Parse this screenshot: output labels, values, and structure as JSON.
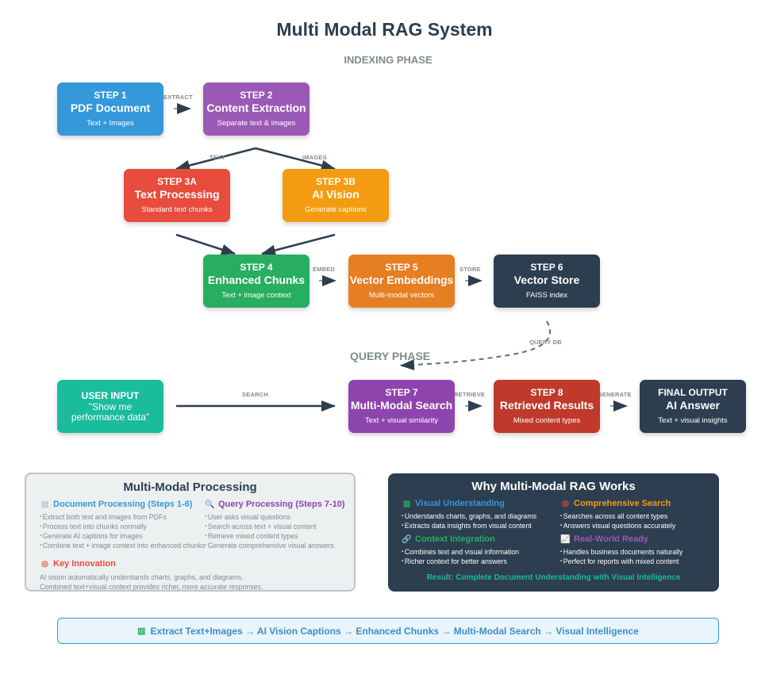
{
  "title": "Multi Modal RAG System",
  "phases": {
    "indexing": "INDEXING PHASE",
    "query": "QUERY PHASE"
  },
  "colors": {
    "step1": "#3498db",
    "step2": "#9b59b6",
    "step3a": "#e74c3c",
    "step3b": "#f39c12",
    "step4": "#27ae60",
    "step5": "#e67e22",
    "step6": "#2c3e50",
    "user_input": "#1abc9c",
    "step7": "#8e44ad",
    "step8": "#c0392b",
    "final": "#2c3e50",
    "arrow": "#2c3e50"
  },
  "nodes": {
    "step1": {
      "step": "STEP 1",
      "title": "PDF Document",
      "sub": "Text + Images"
    },
    "step2": {
      "step": "STEP 2",
      "title": "Content Extraction",
      "sub": "Separate text & images"
    },
    "step3a": {
      "step": "STEP 3A",
      "title": "Text Processing",
      "sub": "Standard text chunks"
    },
    "step3b": {
      "step": "STEP 3B",
      "title": "AI Vision",
      "sub": "Generate captions"
    },
    "step4": {
      "step": "STEP 4",
      "title": "Enhanced Chunks",
      "sub": "Text + image context"
    },
    "step5": {
      "step": "STEP 5",
      "title": "Vector Embeddings",
      "sub": "Multi-modal vectors"
    },
    "step6": {
      "step": "STEP 6",
      "title": "Vector Store",
      "sub": "FAISS index"
    },
    "user_input": {
      "step": "USER INPUT",
      "quote_line1": "\"Show me",
      "quote_line2": "performance data\""
    },
    "step7": {
      "step": "STEP 7",
      "title": "Multi-Modal Search",
      "sub": "Text + visual similarity"
    },
    "step8": {
      "step": "STEP 8",
      "title": "Retrieved Results",
      "sub": "Mixed content types"
    },
    "final": {
      "step": "FINAL OUTPUT",
      "title": "AI Answer",
      "sub": "Text + visual insights"
    }
  },
  "edge_labels": {
    "extract": "EXTRACT",
    "text": "TEXT",
    "images": "IMAGES",
    "embed": "EMBED",
    "store": "STORE",
    "query_db": "QUERY DB",
    "search": "SEARCH",
    "retrieve": "RETRIEVE",
    "generate": "GENERATE"
  },
  "left_panel": {
    "title": "Multi-Modal Processing",
    "doc": {
      "icon": "document-icon",
      "glyph": "▤",
      "color": "#3498db",
      "heading": "Document Processing (Steps 1-6)",
      "items": [
        "Extract both text and images from PDFs",
        "Process text into chunks normally",
        "Generate AI captions for images",
        "Combine text + image context into enhanced chunks"
      ]
    },
    "query": {
      "icon": "search-icon",
      "glyph": "🔍",
      "color": "#8e44ad",
      "heading": "Query Processing (Steps 7-10)",
      "items": [
        "User asks visual questions",
        "Search across text + visual content",
        "Retrieve mixed content types",
        "Generate comprehensive visual answers"
      ]
    },
    "key": {
      "icon": "target-icon",
      "glyph": "◎",
      "color": "#e74c3c",
      "heading": "Key Innovation",
      "lines": [
        "AI vision automatically understands charts, graphs, and diagrams.",
        "Combined text+visual context provides richer, more accurate responses."
      ]
    }
  },
  "right_panel": {
    "title": "Why Multi-Modal RAG Works",
    "sections": [
      {
        "icon": "bar-chart-icon",
        "glyph": "▥",
        "color": "#3498db",
        "heading": "Visual Understanding",
        "items": [
          "Understands charts, graphs, and diagrams",
          "Extracts data insights from visual content"
        ]
      },
      {
        "icon": "target-icon",
        "glyph": "◎",
        "color": "#f39c12",
        "heading": "Comprehensive Search",
        "items": [
          "Searches across all content types",
          "Answers visual questions accurately"
        ]
      },
      {
        "icon": "link-icon",
        "glyph": "🔗",
        "color": "#27ae60",
        "heading": "Context Integration",
        "items": [
          "Combines text and visual information",
          "Richer context for better answers"
        ]
      },
      {
        "icon": "trend-chart-icon",
        "glyph": "📈",
        "color": "#9b59b6",
        "heading": "Real-World Ready",
        "items": [
          "Handles business documents naturally",
          "Perfect for reports with mixed content"
        ]
      }
    ],
    "result": "Result: Complete Document Understanding with Visual Intelligence"
  },
  "summary_bar": {
    "icon": "bar-chart-icon",
    "glyph": "▥",
    "text": "Extract Text+Images → AI Vision Captions → Enhanced Chunks → Multi-Modal Search → Visual Intelligence"
  }
}
